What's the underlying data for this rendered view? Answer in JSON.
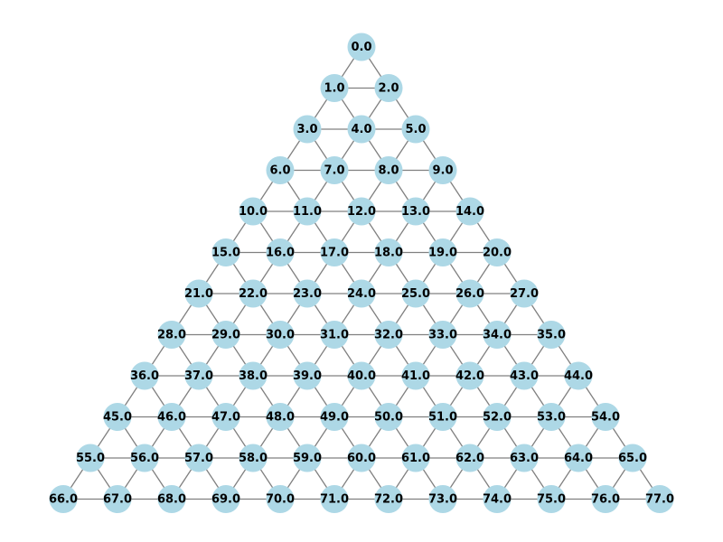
{
  "graph": {
    "type": "triangular-lattice",
    "rows": 12,
    "node_color": "#add8e6",
    "edge_color": "#808080",
    "label_color": "#000000",
    "labels": [
      "0.0",
      "1.0",
      "2.0",
      "3.0",
      "4.0",
      "5.0",
      "6.0",
      "7.0",
      "8.0",
      "9.0",
      "10.0",
      "11.0",
      "12.0",
      "13.0",
      "14.0",
      "15.0",
      "16.0",
      "17.0",
      "18.0",
      "19.0",
      "20.0",
      "21.0",
      "22.0",
      "23.0",
      "24.0",
      "25.0",
      "26.0",
      "27.0",
      "28.0",
      "29.0",
      "30.0",
      "31.0",
      "32.0",
      "33.0",
      "34.0",
      "35.0",
      "36.0",
      "37.0",
      "38.0",
      "39.0",
      "40.0",
      "41.0",
      "42.0",
      "43.0",
      "44.0",
      "45.0",
      "46.0",
      "47.0",
      "48.0",
      "49.0",
      "50.0",
      "51.0",
      "52.0",
      "53.0",
      "54.0",
      "55.0",
      "56.0",
      "57.0",
      "58.0",
      "59.0",
      "60.0",
      "61.0",
      "62.0",
      "63.0",
      "64.0",
      "65.0",
      "66.0",
      "67.0",
      "68.0",
      "69.0",
      "70.0",
      "71.0",
      "72.0",
      "73.0",
      "74.0",
      "75.0",
      "76.0",
      "77.0"
    ]
  }
}
